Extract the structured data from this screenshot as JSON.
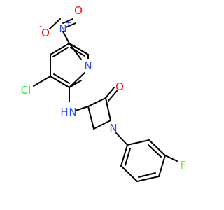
{
  "molecule": {
    "atoms": {
      "nitro_o_minus": {
        "symbol": "O",
        "charge": "-",
        "color": "#FF0D0D"
      },
      "nitro_n": {
        "symbol": "N",
        "charge": "+",
        "color": "#3050F8"
      },
      "nitro_o": {
        "symbol": "O",
        "color": "#FF0D0D"
      },
      "pyridine_n": {
        "symbol": "N",
        "color": "#3050F8"
      },
      "chlorine": {
        "symbol": "Cl",
        "color": "#1FF01F"
      },
      "amine_nh": {
        "symbol": "H",
        "subsymbol": "N",
        "color": "#3050F8"
      },
      "carbonyl_o": {
        "symbol": "O",
        "color": "#FF0D0D"
      },
      "lactam_n": {
        "symbol": "N",
        "color": "#3050F8"
      },
      "fluorine": {
        "symbol": "F",
        "color": "#90E050"
      }
    }
  }
}
